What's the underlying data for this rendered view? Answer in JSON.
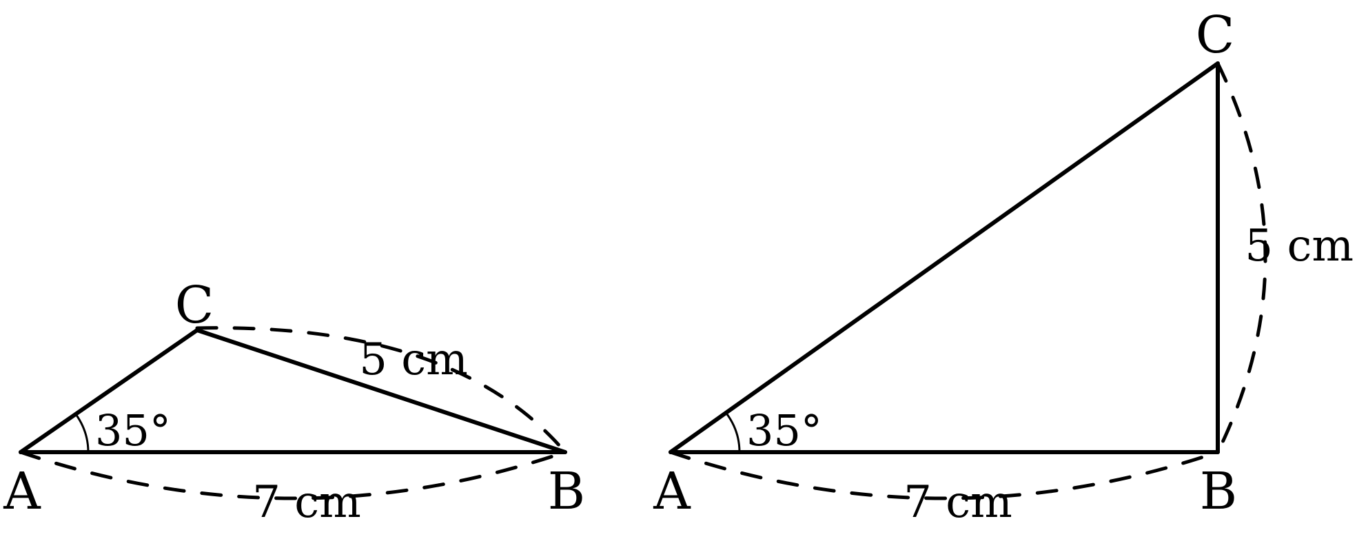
{
  "figure_left": {
    "vertex_labels": {
      "a": "A",
      "b": "B",
      "c": "C"
    },
    "side_ab_label": "7 cm",
    "side_bc_label": "5 cm",
    "angle_label": "35°"
  },
  "figure_right": {
    "vertex_labels": {
      "a": "A",
      "b": "B",
      "c": "C"
    },
    "side_ab_label": "7 cm",
    "side_bc_label": "5 cm",
    "angle_label": "35°"
  }
}
